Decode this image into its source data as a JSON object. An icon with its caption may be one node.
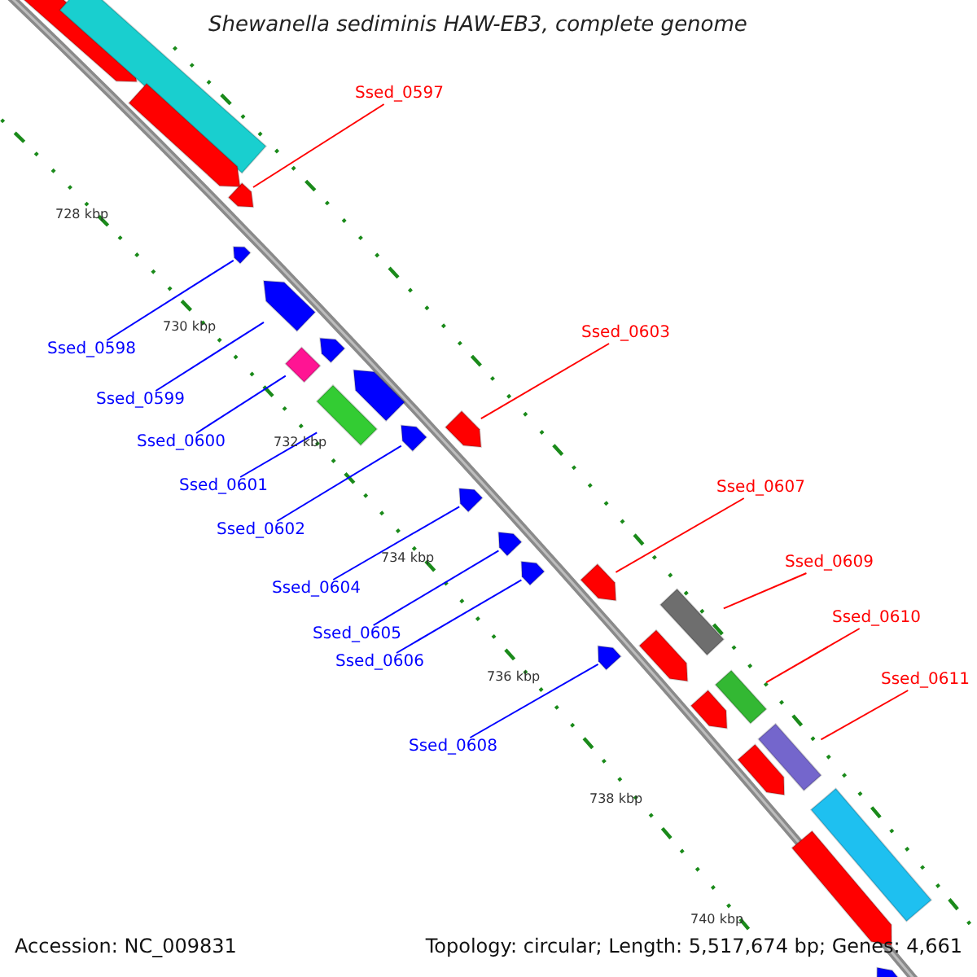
{
  "diagram": {
    "title": "Shewanella sediminis HAW-EB3, complete genome",
    "nodes": [
      {
        "text": [
          "Ssed_0597"
        ]
      },
      {
        "text": [],
        "shape": "arrow"
      },
      {
        "text": [
          "Ssed_0598"
        ]
      },
      {
        "text": [],
        "shape": "arrow"
      },
      {
        "text": [
          "Ssed_0599"
        ]
      },
      {
        "text": [],
        "shape": "arrow"
      },
      {
        "text": [
          "Ssed_0600"
        ]
      },
      {
        "text": [],
        "shape": "diamond"
      },
      {
        "text": [
          "Ssed_0601"
        ]
      },
      {
        "text": [],
        "shape": "bar"
      },
      {
        "text": [
          "Ssed_0602"
        ]
      },
      {
        "text": [],
        "shape": "arrow"
      },
      {
        "text": [
          "Ssed_0603"
        ]
      },
      {
        "text": [],
        "shape": "arrow"
      },
      {
        "text": [
          "Ssed_0604"
        ]
      },
      {
        "text": [],
        "shape": "arrow"
      },
      {
        "text": [
          "Ssed_0605"
        ]
      },
      {
        "text": [],
        "shape": "arrow"
      },
      {
        "text": [
          "Ssed_0606"
        ]
      },
      {
        "text": [],
        "shape": "arrow"
      },
      {
        "text": [
          "Ssed_0607"
        ]
      },
      {
        "text": [],
        "shape": "arrow"
      },
      {
        "text": [
          "Ssed_0608"
        ]
      },
      {
        "text": [],
        "shape": "arrow"
      },
      {
        "text": [
          "Ssed_0609"
        ]
      },
      {
        "text": [],
        "shape": "bar"
      },
      {
        "text": [
          "Ssed_0610"
        ]
      },
      {
        "text": [],
        "shape": "bar"
      },
      {
        "text": [
          "Ssed_0611"
        ]
      },
      {
        "text": [],
        "shape": "bar"
      },
      {
        "text": [],
        "shape": "arrow"
      },
      {
        "text": [],
        "shape": "bar"
      },
      {
        "text": [],
        "shape": "arrow"
      },
      {
        "text": [],
        "shape": "arrow"
      },
      {
        "text": [],
        "shape": "arrow"
      },
      {
        "text": [],
        "shape": "arrow"
      },
      {
        "text": [],
        "shape": "arrow"
      },
      {
        "text": [],
        "shape": "arrow"
      },
      {
        "text": [],
        "shape": "bar"
      },
      {
        "text": [],
        "shape": "arrow"
      },
      {
        "text": [],
        "shape": "arrow"
      }
    ],
    "edges": [
      {
        "from": 0,
        "to": 1,
        "arrow": "none",
        "color": "#ff0000"
      },
      {
        "from": 2,
        "to": 3,
        "arrow": "none"
      },
      {
        "from": 4,
        "to": 5,
        "arrow": "none"
      },
      {
        "from": 6,
        "to": 7,
        "arrow": "none"
      },
      {
        "from": 8,
        "to": 9,
        "arrow": "none"
      },
      {
        "from": 10,
        "to": 11,
        "arrow": "none"
      },
      {
        "from": 12,
        "to": 13,
        "arrow": "none",
        "color": "#ff0000"
      },
      {
        "from": 14,
        "to": 15,
        "arrow": "none"
      },
      {
        "from": 16,
        "to": 17,
        "arrow": "none"
      },
      {
        "from": 18,
        "to": 19,
        "arrow": "none"
      },
      {
        "from": 20,
        "to": 21,
        "arrow": "none",
        "color": "#ff0000"
      },
      {
        "from": 22,
        "to": 23,
        "arrow": "none"
      },
      {
        "from": 24,
        "to": 25,
        "arrow": "none",
        "color": "#ff0000"
      },
      {
        "from": 26,
        "to": 27,
        "arrow": "none",
        "color": "#ff0000"
      },
      {
        "from": 28,
        "to": 29,
        "arrow": "none",
        "color": "#ff0000"
      }
    ],
    "labels": [
      "728 kbp",
      "730 kbp",
      "732 kbp",
      "734 kbp",
      "736 kbp",
      "738 kbp",
      "740 kbp",
      "Accession: NC_009831",
      "Topology: circular; Length: 5,517,674 bp; Genes: 4,661"
    ]
  }
}
